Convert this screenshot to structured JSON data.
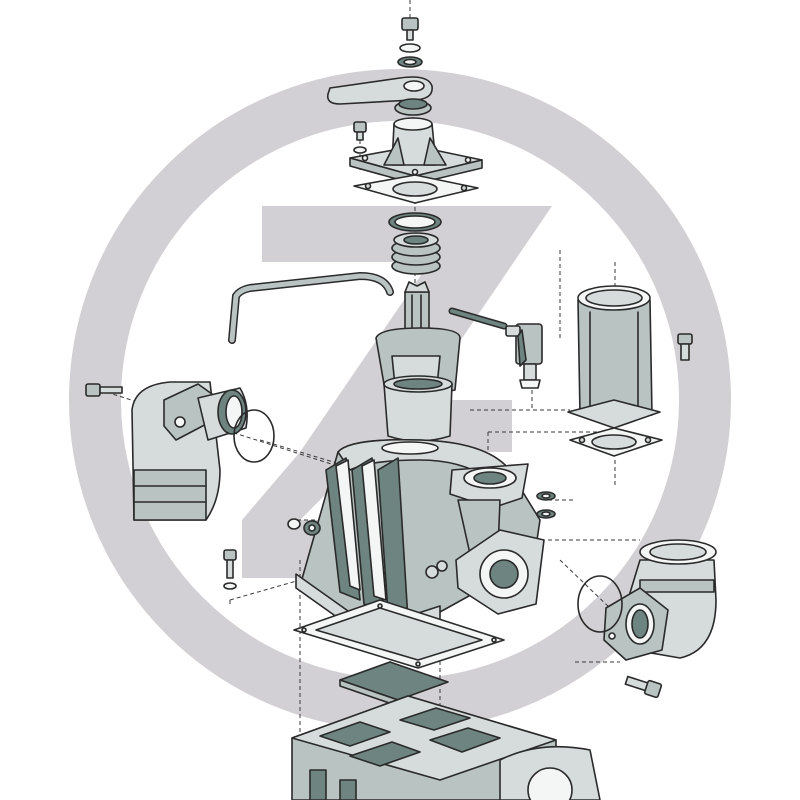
{
  "colors": {
    "watermark": "#d2d0d4",
    "line": "#2a2a2a",
    "part_light": "#d6dbdb",
    "part_mid": "#b9c3c2",
    "part_dark": "#6e8480",
    "part_white": "#f4f6f6"
  },
  "watermark": {
    "shape": "circle-with-Z-monogram"
  },
  "parts": [
    "top-cap-screw",
    "small-washer",
    "o-ring-top",
    "handle-lever",
    "spring-seal",
    "bearing-housing-flange",
    "small-bolt-left",
    "top-flange-gasket",
    "o-ring-large",
    "bellows-seal",
    "shaft",
    "impeller-bowl",
    "breather-tube",
    "pin-rod",
    "drain-valve",
    "strainer-cylinder",
    "strainer-gasket",
    "side-bolt-right",
    "suction-elbow-left",
    "o-ring-left",
    "long-bolt-left",
    "pump-body",
    "washers-right",
    "washers-left",
    "discharge-flange-gasket",
    "small-bolt-bottom-left",
    "base-gasket",
    "base-plate",
    "outlet-elbow-right",
    "o-ring-right",
    "bolt-bottom-right",
    "base-housing"
  ]
}
